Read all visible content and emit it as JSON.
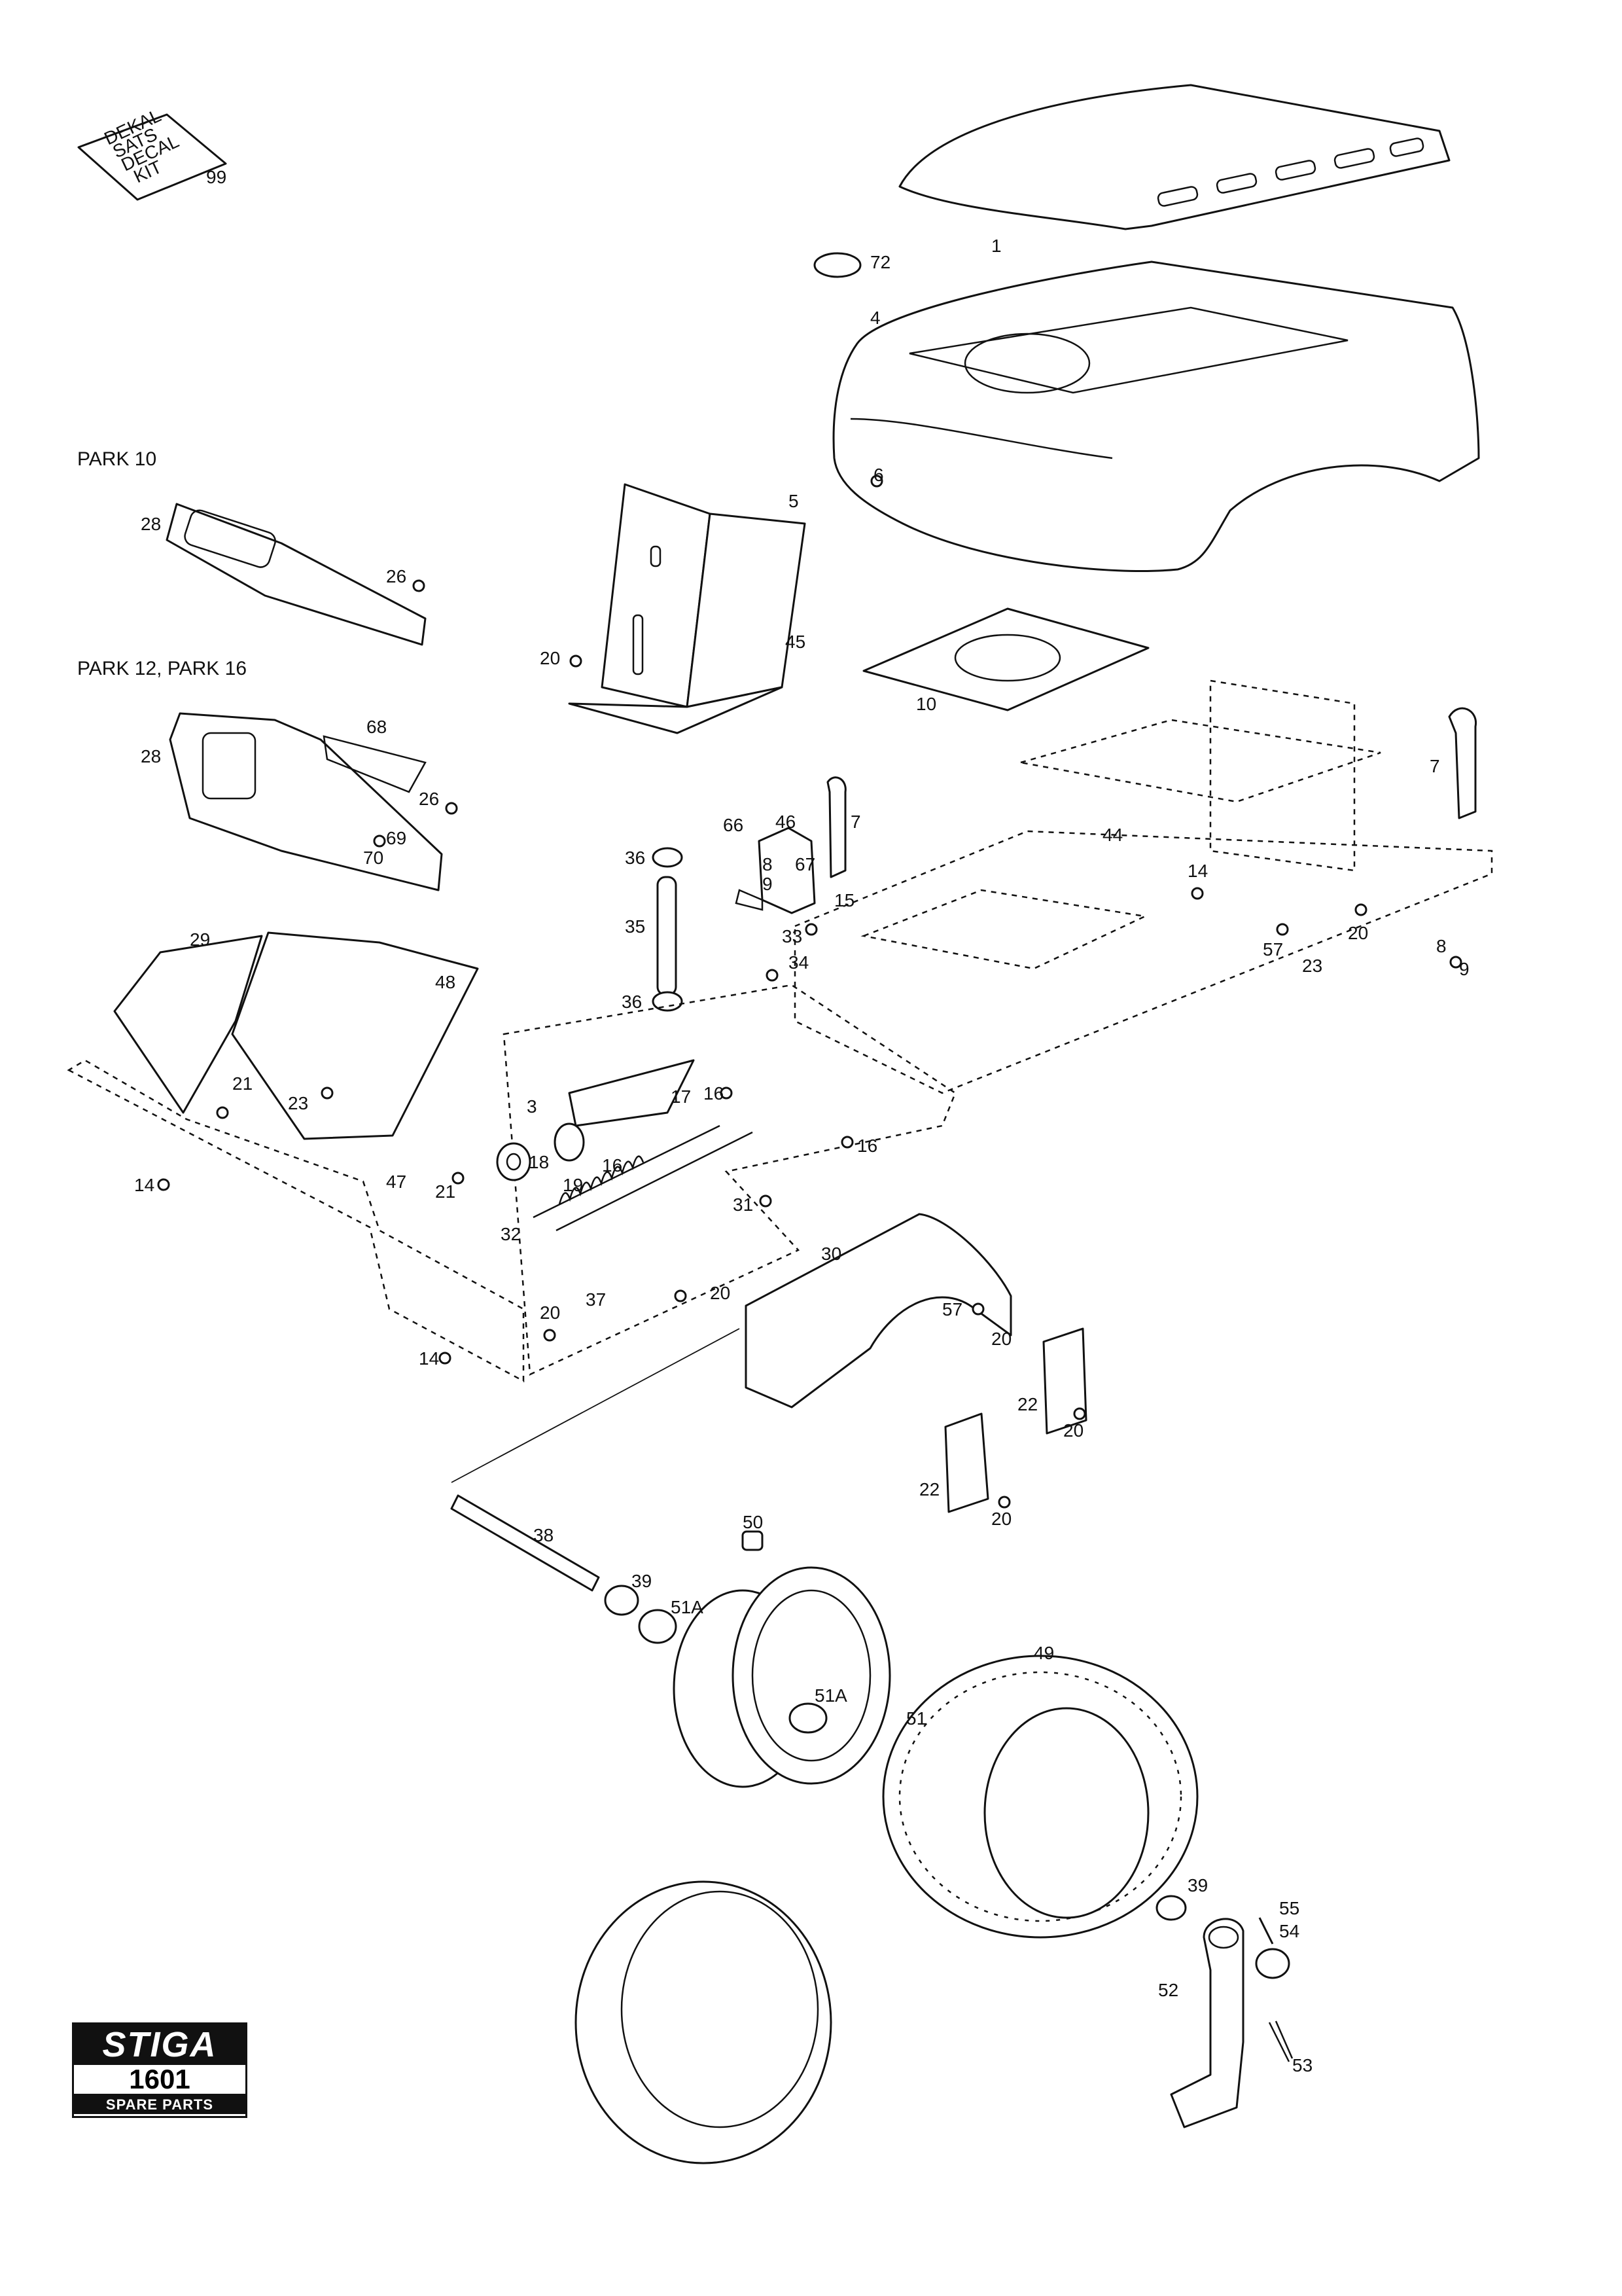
{
  "section_labels": {
    "park10": "PARK 10",
    "park12_16": "PARK 12, PARK 16"
  },
  "decal_card_text": [
    "DEKAL",
    "SATS",
    "DECAL",
    "KIT"
  ],
  "callouts": [
    {
      "id": "c99",
      "text": "99"
    },
    {
      "id": "c1",
      "text": "1"
    },
    {
      "id": "c72",
      "text": "72"
    },
    {
      "id": "c4",
      "text": "4"
    },
    {
      "id": "c5",
      "text": "5"
    },
    {
      "id": "c6",
      "text": "6"
    },
    {
      "id": "c28a",
      "text": "28"
    },
    {
      "id": "c26a",
      "text": "26"
    },
    {
      "id": "c20a",
      "text": "20"
    },
    {
      "id": "c45",
      "text": "45"
    },
    {
      "id": "c10",
      "text": "10"
    },
    {
      "id": "c28b",
      "text": "28"
    },
    {
      "id": "c68",
      "text": "68"
    },
    {
      "id": "c26b",
      "text": "26"
    },
    {
      "id": "c69",
      "text": "69"
    },
    {
      "id": "c70",
      "text": "70"
    },
    {
      "id": "c7a",
      "text": "7"
    },
    {
      "id": "c7b",
      "text": "7"
    },
    {
      "id": "c66",
      "text": "66"
    },
    {
      "id": "c46",
      "text": "46"
    },
    {
      "id": "c8a",
      "text": "8"
    },
    {
      "id": "c9a",
      "text": "9"
    },
    {
      "id": "c67",
      "text": "67"
    },
    {
      "id": "c15",
      "text": "15"
    },
    {
      "id": "c36a",
      "text": "36"
    },
    {
      "id": "c35",
      "text": "35"
    },
    {
      "id": "c33",
      "text": "33"
    },
    {
      "id": "c34",
      "text": "34"
    },
    {
      "id": "c36b",
      "text": "36"
    },
    {
      "id": "c44",
      "text": "44"
    },
    {
      "id": "c14a",
      "text": "14"
    },
    {
      "id": "c20b",
      "text": "20"
    },
    {
      "id": "c57a",
      "text": "57"
    },
    {
      "id": "c23a",
      "text": "23"
    },
    {
      "id": "c8b",
      "text": "8"
    },
    {
      "id": "c9b",
      "text": "9"
    },
    {
      "id": "c29",
      "text": "29"
    },
    {
      "id": "c48",
      "text": "48"
    },
    {
      "id": "c21a",
      "text": "21"
    },
    {
      "id": "c23b",
      "text": "23"
    },
    {
      "id": "c3",
      "text": "3"
    },
    {
      "id": "c17",
      "text": "17"
    },
    {
      "id": "c16a",
      "text": "16"
    },
    {
      "id": "c16b",
      "text": "16"
    },
    {
      "id": "c16c",
      "text": "16"
    },
    {
      "id": "c18",
      "text": "18"
    },
    {
      "id": "c19",
      "text": "19"
    },
    {
      "id": "c14b",
      "text": "14"
    },
    {
      "id": "c47",
      "text": "47"
    },
    {
      "id": "c21b",
      "text": "21"
    },
    {
      "id": "c31",
      "text": "31"
    },
    {
      "id": "c32",
      "text": "32"
    },
    {
      "id": "c30",
      "text": "30"
    },
    {
      "id": "c20c",
      "text": "20"
    },
    {
      "id": "c37",
      "text": "37"
    },
    {
      "id": "c20d",
      "text": "20"
    },
    {
      "id": "c57b",
      "text": "57"
    },
    {
      "id": "c20e",
      "text": "20"
    },
    {
      "id": "c14c",
      "text": "14"
    },
    {
      "id": "c22a",
      "text": "22"
    },
    {
      "id": "c20f",
      "text": "20"
    },
    {
      "id": "c22b",
      "text": "22"
    },
    {
      "id": "c20g",
      "text": "20"
    },
    {
      "id": "c38",
      "text": "38"
    },
    {
      "id": "c50",
      "text": "50"
    },
    {
      "id": "c39a",
      "text": "39"
    },
    {
      "id": "c51a_1",
      "text": "51A"
    },
    {
      "id": "c51a_2",
      "text": "51A"
    },
    {
      "id": "c51",
      "text": "51"
    },
    {
      "id": "c49",
      "text": "49"
    },
    {
      "id": "c39b",
      "text": "39"
    },
    {
      "id": "c55",
      "text": "55"
    },
    {
      "id": "c54",
      "text": "54"
    },
    {
      "id": "c52",
      "text": "52"
    },
    {
      "id": "c53",
      "text": "53"
    }
  ],
  "logo": {
    "brand": "STIGA",
    "model": "1601",
    "subtitle": "SPARE PARTS"
  },
  "colors": {
    "line": "#111111",
    "background": "#ffffff"
  }
}
